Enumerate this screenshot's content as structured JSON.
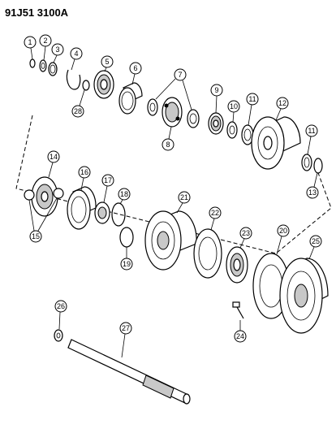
{
  "header": {
    "code": "91J51  3100A"
  },
  "callouts": [
    "1",
    "2",
    "3",
    "4",
    "5",
    "6",
    "7",
    "8",
    "9",
    "10",
    "11",
    "12",
    "11",
    "13",
    "14",
    "15",
    "16",
    "17",
    "18",
    "19",
    "21",
    "22",
    "23",
    "20",
    "25",
    "24",
    "26",
    "27",
    "28"
  ]
}
